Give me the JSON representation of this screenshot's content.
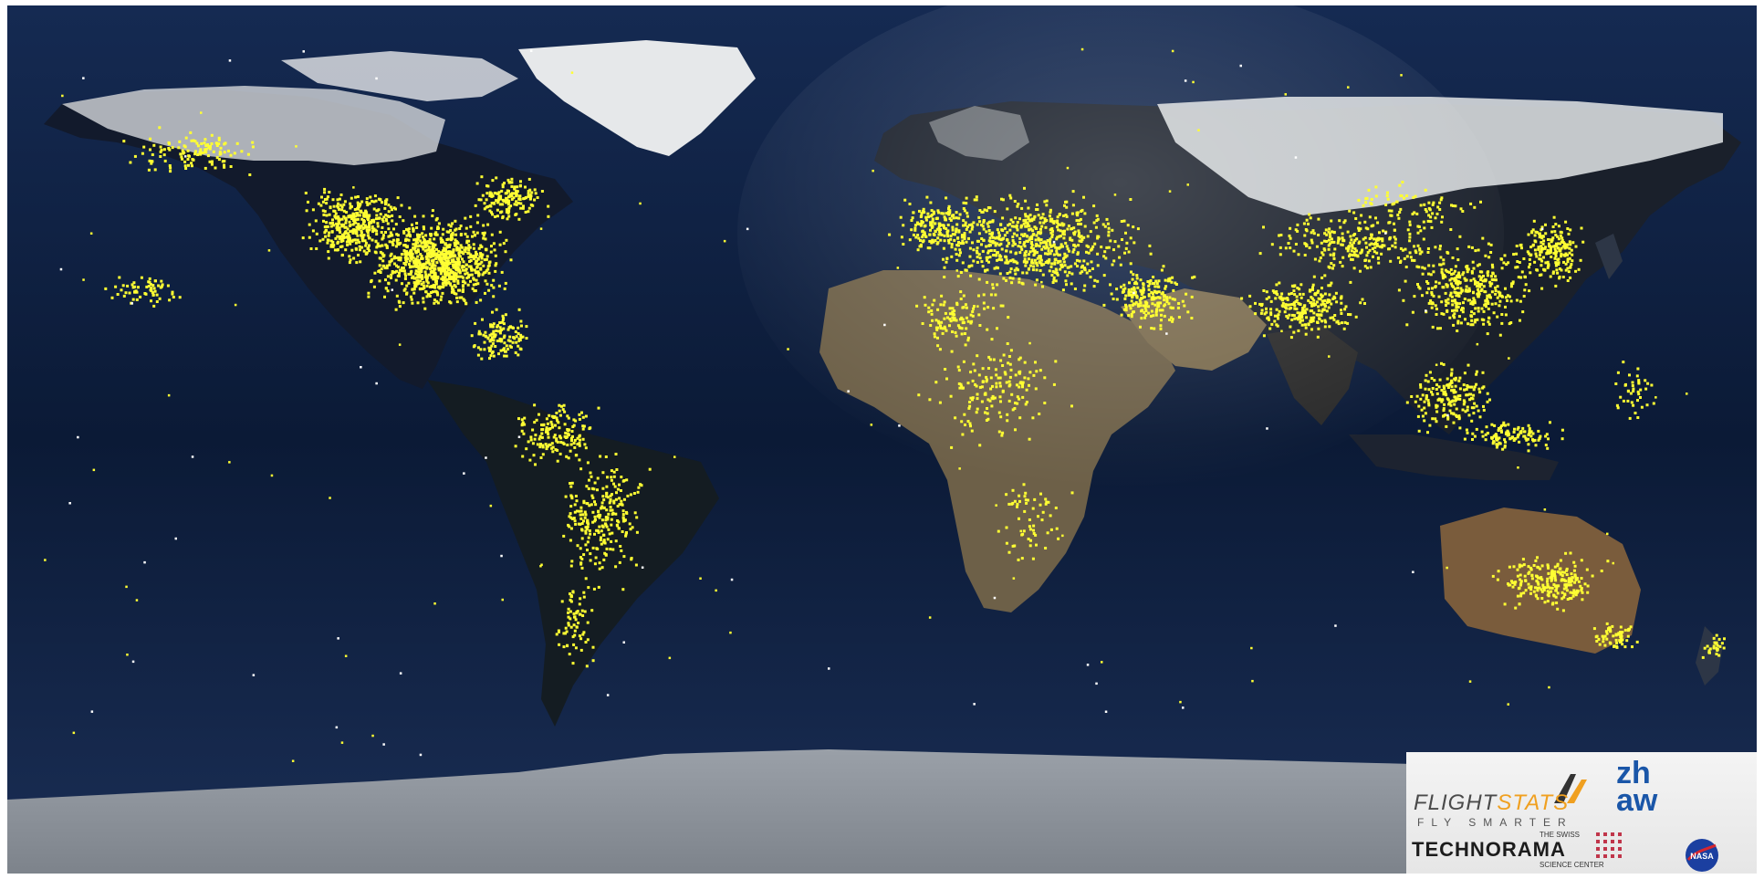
{
  "map": {
    "type": "world-night-map",
    "projection": "equirectangular",
    "marker_color": "#ffff33",
    "ocean_color": "#0d1f3f",
    "ice_color": "#e9ecef",
    "land_dark_color": "#10182a",
    "desert_color": "#8a7a58"
  },
  "logos": {
    "flightstats_wordmark_a": "FLIGHT",
    "flightstats_wordmark_b": "STATS",
    "flightstats_tagline": "FLY SMARTER",
    "zhaw_wordmark": "zh aw",
    "technorama_small_top": "THE SWISS",
    "technorama_wordmark": "TECHNORAMA",
    "technorama_small_bottom": "SCIENCE CENTER",
    "nasa_wordmark": "NASA"
  }
}
